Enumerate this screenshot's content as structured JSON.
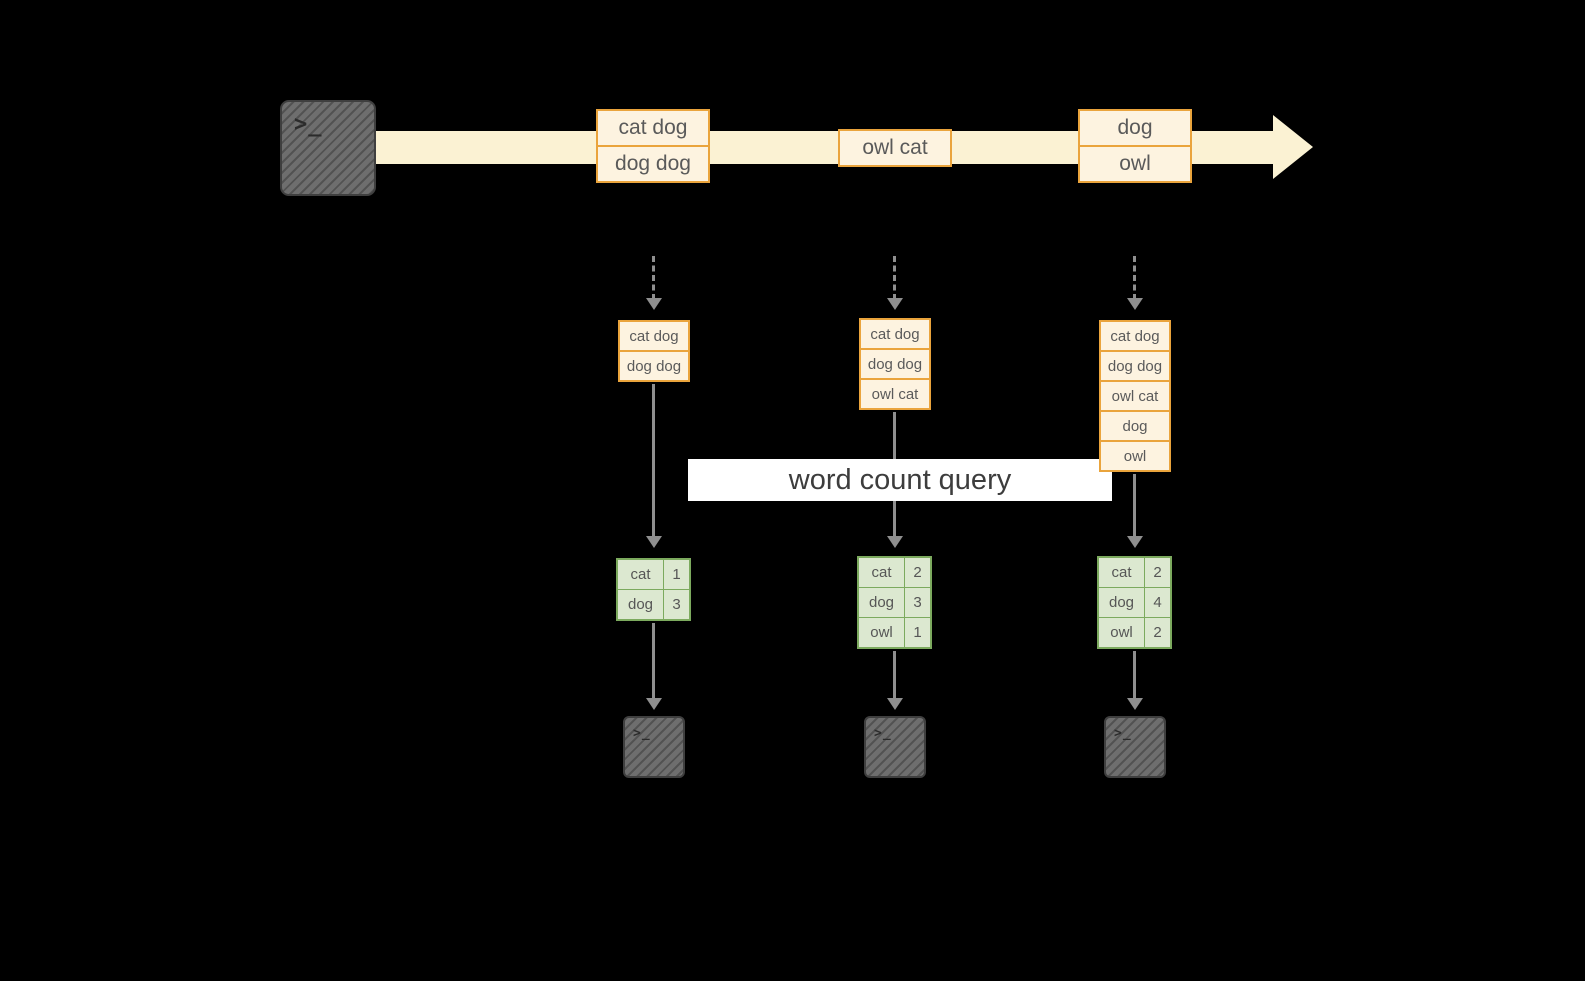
{
  "banner": {
    "label": "word count query"
  },
  "icons": {
    "terminal_prompt": ">_"
  },
  "colors": {
    "background": "#000000",
    "timeline_fill": "#fbf2d3",
    "box_border": "#eaa43c",
    "box_fill": "#fdf3e0",
    "arrow": "#8f8f8f",
    "banner_bg": "#ffffff",
    "banner_text": "#3d3d3d",
    "table_border": "#7caa5e",
    "table_fill": "#dce8d0",
    "terminal_fill": "#6e6e6e"
  },
  "timeline_batches": [
    {
      "rows": [
        "cat dog",
        "dog dog"
      ]
    },
    {
      "rows": [
        "owl cat"
      ]
    },
    {
      "rows": [
        "dog",
        "owl"
      ]
    }
  ],
  "micro_batches": [
    {
      "input_rows": [
        "cat dog",
        "dog dog"
      ],
      "result_rows": [
        {
          "word": "cat",
          "count": "1"
        },
        {
          "word": "dog",
          "count": "3"
        }
      ]
    },
    {
      "input_rows": [
        "cat dog",
        "dog dog",
        "owl cat"
      ],
      "result_rows": [
        {
          "word": "cat",
          "count": "2"
        },
        {
          "word": "dog",
          "count": "3"
        },
        {
          "word": "owl",
          "count": "1"
        }
      ]
    },
    {
      "input_rows": [
        "cat dog",
        "dog dog",
        "owl cat",
        "dog",
        "owl"
      ],
      "result_rows": [
        {
          "word": "cat",
          "count": "2"
        },
        {
          "word": "dog",
          "count": "4"
        },
        {
          "word": "owl",
          "count": "2"
        }
      ]
    }
  ]
}
